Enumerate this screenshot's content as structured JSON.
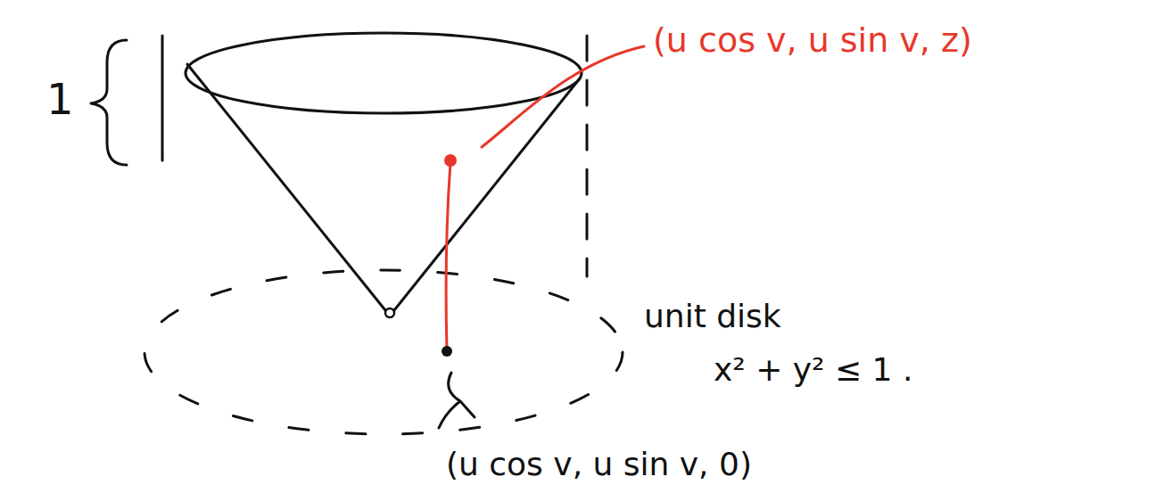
{
  "diagram": {
    "labels": [
      "1",
      "(u cos v, u sin v, z)",
      "unit disk",
      "x² + y² ≤ 1 .",
      "(u cos v, u sin v, 0)"
    ]
  }
}
